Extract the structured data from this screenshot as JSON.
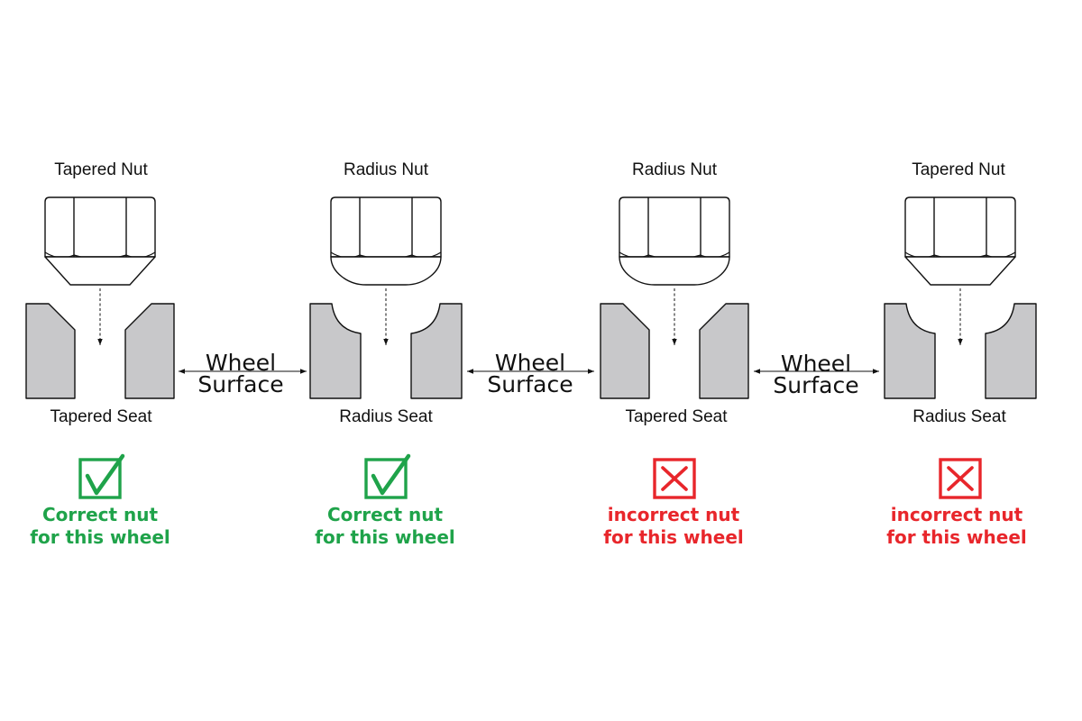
{
  "colors": {
    "correct": "#1fa34a",
    "incorrect": "#e8262b",
    "seat_fill": "#c8c8ca",
    "stroke": "#111111"
  },
  "panels": [
    {
      "nut_label": "Tapered Nut",
      "nut_type": "tapered",
      "seat_label": "Tapered Seat",
      "seat_type": "tapered",
      "status": "correct",
      "icon": "check-icon",
      "verdict_line1": "Correct nut",
      "verdict_line2": "for this wheel"
    },
    {
      "nut_label": "Radius Nut",
      "nut_type": "radius",
      "seat_label": "Radius Seat",
      "seat_type": "radius",
      "status": "correct",
      "icon": "check-icon",
      "verdict_line1": "Correct nut",
      "verdict_line2": "for this wheel"
    },
    {
      "nut_label": "Radius Nut",
      "nut_type": "radius",
      "seat_label": "Tapered Seat",
      "seat_type": "tapered",
      "status": "incorrect",
      "icon": "x-icon",
      "verdict_line1": "incorrect nut",
      "verdict_line2": "for this wheel"
    },
    {
      "nut_label": "Tapered Nut",
      "nut_type": "tapered",
      "seat_label": "Radius Seat",
      "seat_type": "radius",
      "status": "incorrect",
      "icon": "x-icon",
      "verdict_line1": "incorrect nut",
      "verdict_line2": "for this wheel"
    }
  ],
  "wheel_surface": [
    {
      "line1": "Wheel",
      "line2": "Surface"
    },
    {
      "line1": "Wheel",
      "line2": "Surface"
    },
    {
      "line1": "Wheel",
      "line2": "Surface"
    }
  ]
}
